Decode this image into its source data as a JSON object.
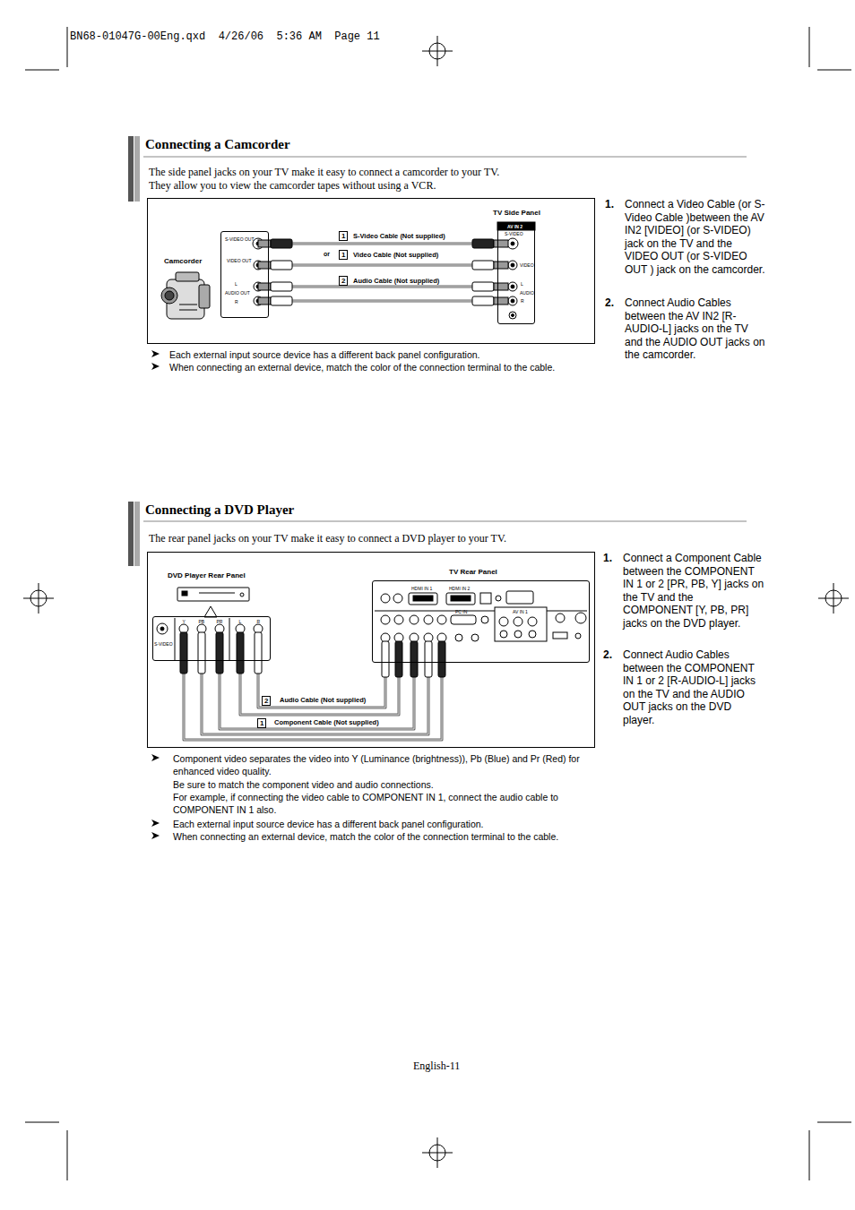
{
  "diagram": {
    "nodes": [
      {
        "text": [
          "Camcorder"
        ]
      },
      {
        "text": [
          "TV Side Panel"
        ]
      },
      {
        "text": [
          "DVD Player Rear Panel"
        ]
      },
      {
        "text": [
          "TV Rear Panel"
        ]
      }
    ],
    "edges": [
      {
        "from": 0,
        "to": 1,
        "arrow": "none",
        "label": "S-Video Cable (Not supplied)"
      },
      {
        "from": 0,
        "to": 1,
        "arrow": "none",
        "label": "Video Cable (Not supplied)"
      },
      {
        "from": 0,
        "to": 1,
        "arrow": "none",
        "label": "Audio Cable (Not supplied)"
      },
      {
        "from": 2,
        "to": 3,
        "arrow": "none",
        "label": "Audio Cable (Not supplied)"
      },
      {
        "from": 2,
        "to": 3,
        "arrow": "none",
        "label": "Component Cable (Not supplied)"
      }
    ],
    "labels": [
      "BN68-01047G-00Eng.qxd  4/26/06  5:36 AM  Page 11",
      "Connecting a Camcorder",
      "The side panel jacks on your TV make it easy to connect a camcorder to your TV. They allow you to view the camcorder tapes without using a VCR.",
      "1",
      "or",
      "1",
      "2",
      "S-VIDEO OUT",
      "VIDEO OUT",
      "L",
      "AUDIO OUT",
      "R",
      "AV IN 2",
      "S-VIDEO",
      "VIDEO",
      "L",
      "AUDIO",
      "R",
      "Each external input source device has a different back panel configuration.",
      "When connecting an external device, match the color of the connection terminal to the cable.",
      "1.",
      "Connect a Video Cable (or S-Video Cable )between the AV IN2 [VIDEO] (or S-VIDEO) jack on the TV and the VIDEO OUT (or S-VIDEO OUT ) jack on the camcorder.",
      "2.",
      "Connect Audio Cables between the AV IN2 [R-AUDIO-L] jacks on the TV and the AUDIO OUT jacks on the camcorder.",
      "Connecting a DVD Player",
      "The rear panel jacks on your TV make it easy to connect a DVD player to your TV.",
      "2",
      "1",
      "Y",
      "PB",
      "PR",
      "L",
      "R",
      "S-VIDEO",
      "HDMI IN 1",
      "HDMI IN 2",
      "PC IN",
      "AV IN 1",
      "Component video separates the video into Y (Luminance (brightness)), Pb (Blue) and Pr (Red) for enhanced video quality.",
      "Be sure to match the component video and audio connections.",
      "For example, if connecting the video cable to COMPONENT IN 1, connect the audio cable to COMPONENT IN 1 also.",
      "Each external input source device has a different back panel configuration.",
      "When connecting an external device, match the color of the connection terminal to the cable.",
      "1.",
      "Connect a Component Cable between the COMPONENT IN 1 or 2 [PR, PB, Y] jacks on the TV and the COMPONENT [Y, PB, PR] jacks on the DVD player.",
      "2.",
      "Connect Audio Cables between the COMPONENT IN 1 or 2 [R-AUDIO-L] jacks on the TV and the AUDIO OUT jacks on the DVD player.",
      "English-11"
    ]
  }
}
